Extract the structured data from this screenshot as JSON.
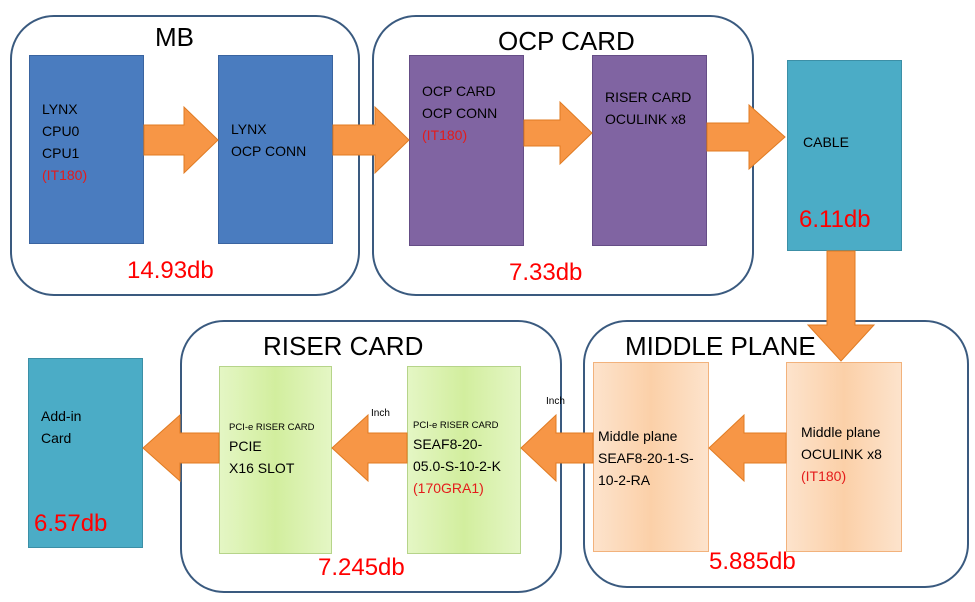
{
  "groups": {
    "mb": {
      "title": "MB",
      "loss": "14.93db"
    },
    "ocp": {
      "title": "OCP CARD",
      "loss": "7.33db"
    },
    "riser": {
      "title": "RISER CARD",
      "loss": "7.245db"
    },
    "middle": {
      "title": "MIDDLE PLANE",
      "loss": "5.885db"
    }
  },
  "boxes": {
    "lynx_cpu": {
      "lines": [
        "LYNX",
        "CPU0",
        "CPU1",
        "(IT180)"
      ]
    },
    "lynx_ocp": {
      "lines": [
        "LYNX",
        "OCP CONN"
      ]
    },
    "ocp_card": {
      "lines": [
        "OCP CARD",
        "OCP CONN",
        "(IT180)"
      ]
    },
    "riser_oculink": {
      "lines": [
        "RISER CARD",
        "OCULINK x8"
      ]
    },
    "cable": {
      "label": "CABLE",
      "loss": "6.11db"
    },
    "middle_oculink": {
      "lines": [
        "Middle plane",
        "OCULINK x8",
        "(IT180)"
      ]
    },
    "middle_seaf": {
      "lines": [
        "Middle plane",
        "SEAF8-20-1-S-",
        "10-2-RA"
      ]
    },
    "riser_seaf": {
      "lines": [
        "PCI-e RISER CARD",
        "SEAF8-20-",
        "05.0-S-10-2-K",
        "(170GRA1)"
      ]
    },
    "riser_pcie": {
      "lines": [
        "PCI-e RISER CARD",
        "PCIE",
        "X16 SLOT"
      ]
    },
    "addin": {
      "lines": [
        "Add-in",
        "Card"
      ],
      "loss": "6.57db"
    }
  },
  "annotations": {
    "inch_left": "Inch",
    "inch_right": "Inch"
  },
  "colors": {
    "loss_text": "#ff0000",
    "arrow_fill": "#f79646",
    "group_border": "#3a5a7f"
  }
}
